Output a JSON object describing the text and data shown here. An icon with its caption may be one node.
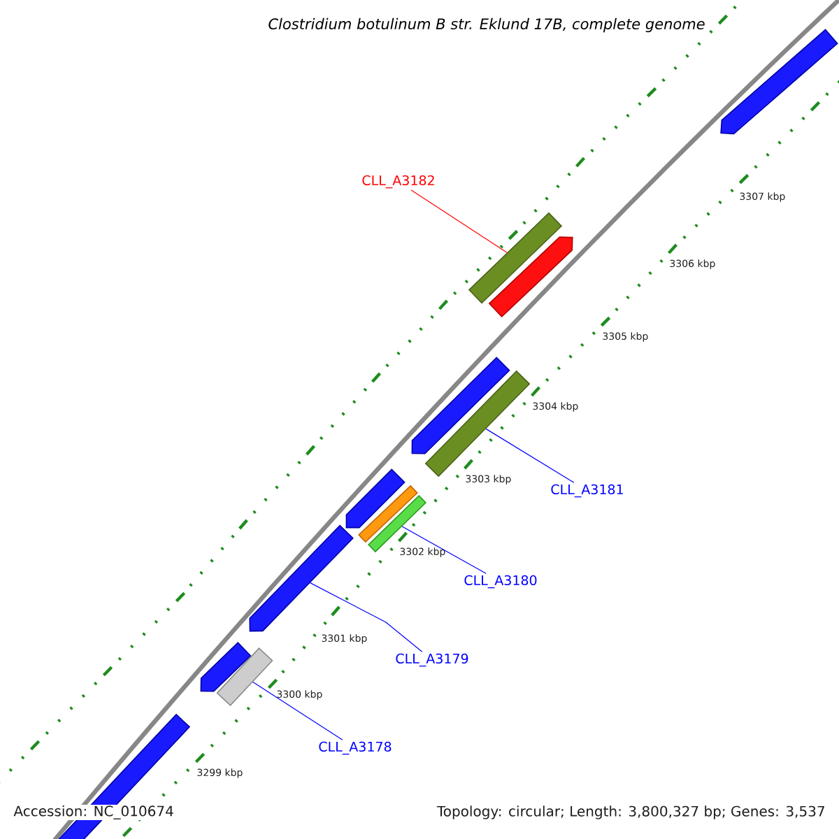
{
  "diagram": {
    "title": "Clostridium botulinum B str. Eklund 17B, complete genome",
    "nodes": [
      {
        "text": [],
        "shape": "arrow"
      },
      {
        "text": [
          "CLL_A3182"
        ]
      },
      {
        "text": [],
        "shape": "bar"
      },
      {
        "text": [],
        "shape": "arrow"
      },
      {
        "text": [],
        "shape": "arrow"
      },
      {
        "text": [],
        "shape": "bar"
      },
      {
        "text": [
          "CLL_A3181"
        ]
      },
      {
        "text": [],
        "shape": "arrow"
      },
      {
        "text": [],
        "shape": "bar"
      },
      {
        "text": [],
        "shape": "bar"
      },
      {
        "text": [
          "CLL_A3180"
        ]
      },
      {
        "text": [],
        "shape": "arrow"
      },
      {
        "text": [
          "CLL_A3179"
        ]
      },
      {
        "text": [],
        "shape": "arrow"
      },
      {
        "text": [],
        "shape": "bar"
      },
      {
        "text": [
          "CLL_A3178"
        ]
      },
      {
        "text": [],
        "shape": "arrow"
      }
    ],
    "edges": [
      {
        "from": 1,
        "to": 2,
        "arrow": "none",
        "color": "#ff0000"
      },
      {
        "from": 6,
        "to": 5,
        "arrow": "none"
      },
      {
        "from": 10,
        "to": 9,
        "arrow": "none"
      },
      {
        "from": 12,
        "to": 11,
        "arrow": "none"
      },
      {
        "from": 15,
        "to": 14,
        "arrow": "none"
      }
    ],
    "labels": [
      "3307 kbp",
      "3306 kbp",
      "3305 kbp",
      "3304 kbp",
      "3303 kbp",
      "3302 kbp",
      "3301 kbp",
      "3300 kbp",
      "3299 kbp",
      "Accession: NC_010674",
      "Topology: circular; Length: 3,800,327 bp; Genes: 3,537"
    ]
  }
}
